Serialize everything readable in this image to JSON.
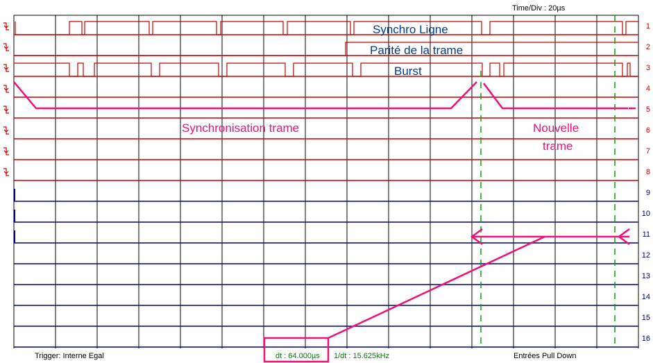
{
  "header": {
    "time_div": "Time/Div : 20µs"
  },
  "channels": [
    {
      "num": "1",
      "color": "#cc0000"
    },
    {
      "num": "2",
      "color": "#cc0000"
    },
    {
      "num": "3",
      "color": "#cc0000"
    },
    {
      "num": "4",
      "color": "#cc0000"
    },
    {
      "num": "5",
      "color": "#cc0000"
    },
    {
      "num": "6",
      "color": "#cc0000"
    },
    {
      "num": "7",
      "color": "#cc0000"
    },
    {
      "num": "8",
      "color": "#cc0000"
    },
    {
      "num": "9",
      "color": "#000080"
    },
    {
      "num": "10",
      "color": "#000080"
    },
    {
      "num": "11",
      "color": "#000080"
    },
    {
      "num": "12",
      "color": "#000080"
    },
    {
      "num": "13",
      "color": "#000080"
    },
    {
      "num": "14",
      "color": "#000080"
    },
    {
      "num": "15",
      "color": "#000080"
    },
    {
      "num": "16",
      "color": "#000080"
    }
  ],
  "labels": {
    "synchro_ligne": "Synchro Ligne",
    "parite": "Parité de la trame",
    "burst": "Burst",
    "sync_trame": "Synchronisation trame",
    "nouvelle_line1": "Nouvelle",
    "nouvelle_line2": "trame"
  },
  "footer": {
    "trigger": "Trigger: Interne Egal",
    "dt": "dt : 64.000µs",
    "inv_dt": "1/dt : 15.625kHz",
    "inputs": "Entrées Pull Down"
  },
  "colors": {
    "red_trace": "#cc0000",
    "blue_trace": "#000080",
    "annotation": "#ee1177",
    "label_blue": "#003c8c",
    "cursor_green": "#009900"
  },
  "icons": {
    "trigger_edge": "falling-edge-icon"
  }
}
